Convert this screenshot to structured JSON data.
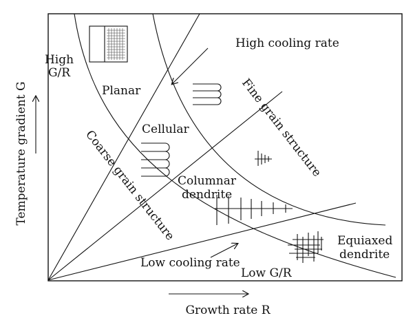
{
  "diagram": {
    "y_axis_label": "Temperature gradient G",
    "x_axis_label": "Growth rate R",
    "high_cooling_rate": "High cooling rate",
    "low_cooling_rate": "Low cooling rate",
    "high_gr_line1": "High",
    "high_gr_line2": "G/R",
    "low_gr": "Low G/R",
    "planar": "Planar",
    "cellular": "Cellular",
    "columnar_line1": "Columnar",
    "columnar_line2": "dendrite",
    "equiaxed_line1": "Equiaxed",
    "equiaxed_line2": "dendrite",
    "fine_grain": "Fine grain structure",
    "coarse_grain": "Coarse grain structure"
  }
}
